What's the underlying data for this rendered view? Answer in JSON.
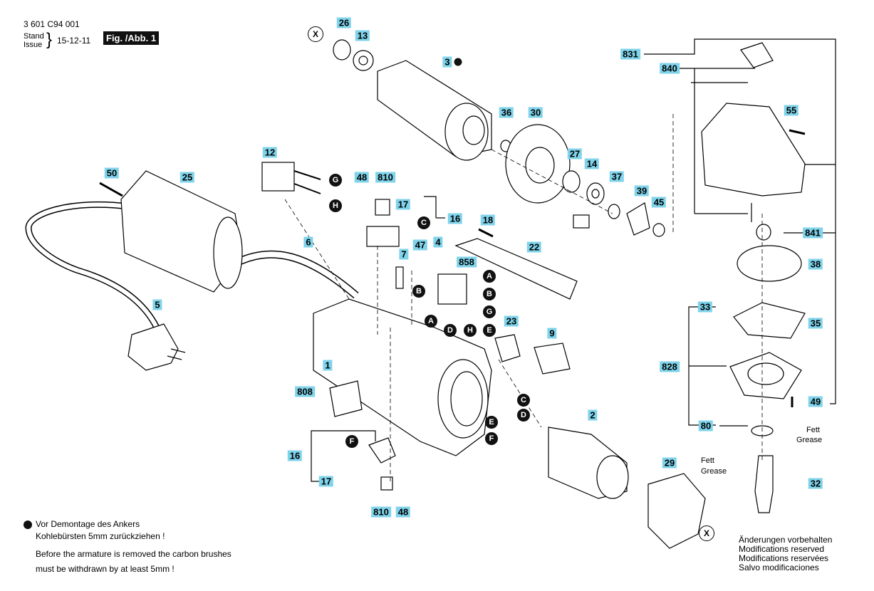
{
  "header": {
    "doc_number": "3 601 C94 001",
    "stand": "Stand",
    "issue": "Issue",
    "date": "15-12-11",
    "figure_tag": "Fig. /Abb. 1"
  },
  "part_labels": [
    "26",
    "13",
    "3",
    "36",
    "30",
    "27",
    "14",
    "37",
    "39",
    "45",
    "12",
    "50",
    "25",
    "48",
    "810",
    "17",
    "16",
    "18",
    "6",
    "7",
    "47",
    "4",
    "22",
    "858",
    "5",
    "23",
    "9",
    "1",
    "808",
    "2",
    "29",
    "16",
    "17",
    "810",
    "48",
    "831",
    "840",
    "55",
    "841",
    "38",
    "33",
    "35",
    "828",
    "49",
    "80",
    "32"
  ],
  "connector_labels": [
    "G",
    "H",
    "C",
    "A",
    "B",
    "B",
    "A",
    "G",
    "D",
    "H",
    "E",
    "C",
    "D",
    "E",
    "F",
    "F"
  ],
  "cross_ref": [
    "X",
    "X"
  ],
  "grease_labels": {
    "top_line1": "Fett",
    "top_line2": "Grease",
    "mid_line1": "Fett",
    "mid_line2": "Grease"
  },
  "notes": {
    "de_line1": "Vor Demontage des Ankers",
    "de_line2": "Kohlebürsten 5mm zurückziehen !",
    "en_line1": "Before the armature is removed the carbon brushes",
    "en_line2": "must be withdrawn by at least 5mm !"
  },
  "footer": [
    "Änderungen vorbehalten",
    "Modifications reserved",
    "Modifications reservées",
    "Salvo modificaciones"
  ]
}
